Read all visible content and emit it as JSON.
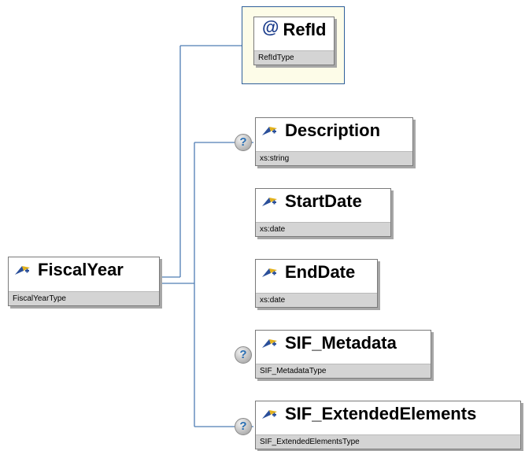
{
  "root": {
    "name": "FiscalYear",
    "type": "FiscalYearType"
  },
  "attribute": {
    "symbol": "@",
    "name": "RefId",
    "type": "RefIdType"
  },
  "elements": [
    {
      "name": "Description",
      "type": "xs:string",
      "optional": true
    },
    {
      "name": "StartDate",
      "type": "xs:date",
      "optional": false
    },
    {
      "name": "EndDate",
      "type": "xs:date",
      "optional": false
    },
    {
      "name": "SIF_Metadata",
      "type": "SIF_MetadataType",
      "optional": true
    },
    {
      "name": "SIF_ExtendedElements",
      "type": "SIF_ExtendedElementsType",
      "optional": true
    }
  ],
  "optional_marker": "?",
  "colors": {
    "connector": "#4f7db3",
    "type_bar": "#d4d4d4",
    "attribute_fill": "#fdfce8",
    "attribute_border": "#2f5f9a",
    "badge_text": "#2a6fb3"
  },
  "icons": {
    "element": "element-arrow-icon",
    "optional": "question-mark-icon"
  }
}
